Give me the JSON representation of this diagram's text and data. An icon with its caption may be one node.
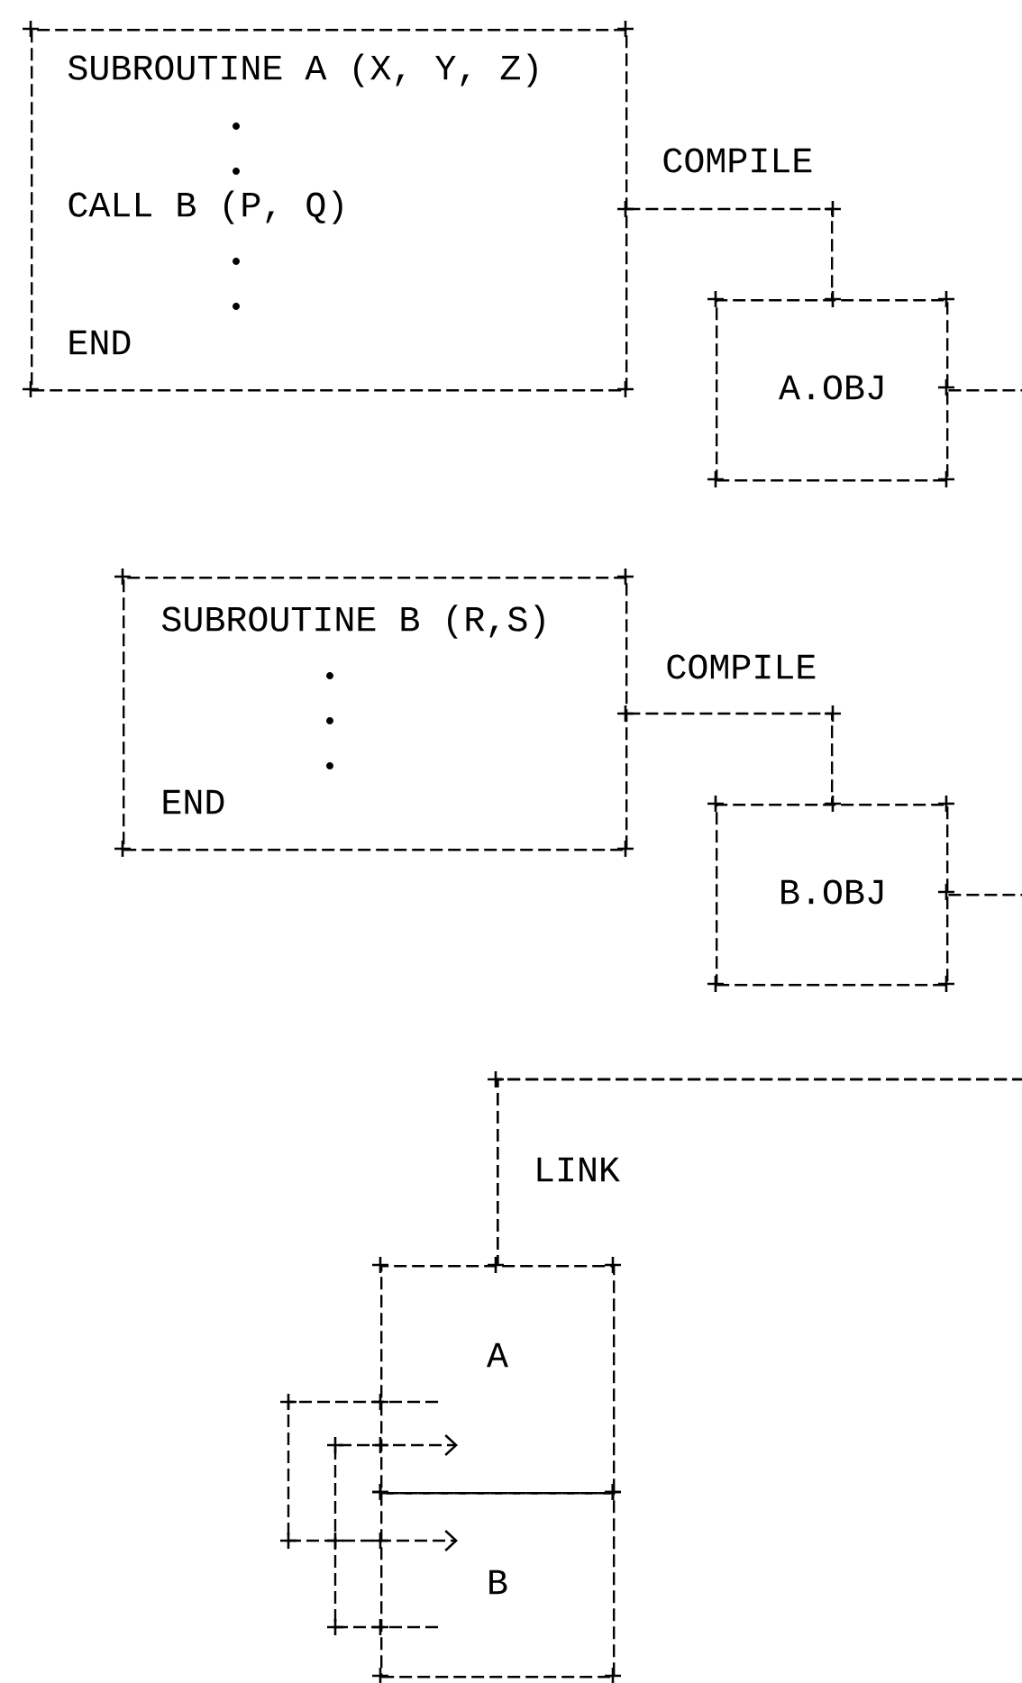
{
  "diagram": {
    "nodes": [
      {
        "text": [
          "SUBROUTINE A (X, Y, Z)",
          "CALL B (P, Q)",
          "END"
        ]
      },
      {
        "text": [
          "A.OBJ"
        ]
      },
      {
        "text": [
          "SUBROUTINE B (R,S)",
          "END"
        ]
      },
      {
        "text": [
          "B.OBJ"
        ]
      },
      {
        "text": [
          "A"
        ]
      },
      {
        "text": [
          "B"
        ]
      }
    ],
    "edges": [
      {
        "from": 0,
        "to": 1,
        "arrow": "none",
        "label": "COMPILE"
      },
      {
        "from": 2,
        "to": 3,
        "arrow": "none",
        "label": "COMPILE"
      },
      {
        "from": 1,
        "to": 4,
        "arrow": "none",
        "label": "LINK"
      },
      {
        "from": 3,
        "to": 4,
        "arrow": "none"
      },
      {
        "from": 4,
        "to": 5,
        "arrow": "to"
      },
      {
        "from": 5,
        "to": 4,
        "arrow": "to"
      }
    ]
  }
}
